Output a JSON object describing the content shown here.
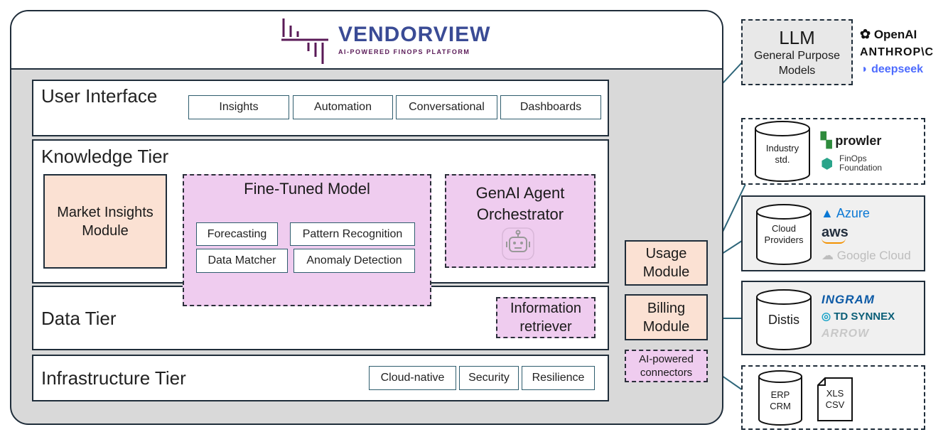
{
  "logo": {
    "name": "VENDORVIEW",
    "tagline": "AI-POWERED FINOPS PLATFORM"
  },
  "colors": {
    "logo_purple": "#5a1a57",
    "logo_blue": "#3a4b95",
    "pink": "#efccef",
    "peach": "#fbe1d3",
    "border": "#1f2d3a",
    "connector": "#2d6579"
  },
  "user_interface": {
    "title": "User Interface",
    "items": [
      "Insights",
      "Automation",
      "Conversational",
      "Dashboards"
    ]
  },
  "knowledge_tier": {
    "title": "Knowledge Tier",
    "market_insights": "Market Insights Module",
    "fine_tuned_model": {
      "title": "Fine-Tuned Model",
      "items": [
        "Forecasting",
        "Pattern Recognition",
        "Data Matcher",
        "Anomaly Detection"
      ]
    },
    "genai_orchestrator": {
      "line1": "GenAI Agent",
      "line2": "Orchestrator",
      "icon": "robot-icon"
    }
  },
  "data_tier": {
    "title": "Data Tier",
    "information_retriever": {
      "line1": "Information",
      "line2": "retriever"
    }
  },
  "infrastructure_tier": {
    "title": "Infrastructure Tier",
    "items": [
      "Cloud-native",
      "Security",
      "Resilience"
    ]
  },
  "modules": {
    "usage": {
      "line1": "Usage",
      "line2": "Module"
    },
    "billing": {
      "line1": "Billing",
      "line2": "Module"
    },
    "connectors": {
      "line1": "AI-powered",
      "line2": "connectors"
    }
  },
  "llm": {
    "title": "LLM",
    "line1": "General Purpose",
    "line2": "Models",
    "providers": [
      "OpenAI",
      "ANTHROP\\C",
      "deepseek"
    ]
  },
  "sources": {
    "industry": {
      "line1": "Industry",
      "line2": "std.",
      "brands": [
        "prowler",
        "FinOps",
        "Foundation"
      ]
    },
    "cloud": {
      "line1": "Cloud",
      "line2": "Providers",
      "brands": [
        "Azure",
        "aws",
        "Google Cloud"
      ]
    },
    "distis": {
      "label": "Distis",
      "brands": [
        "INGRAM",
        "TD SYNNEX",
        "ARROW"
      ]
    },
    "erp": {
      "line1": "ERP",
      "line2": "CRM",
      "doc_line1": "XLS",
      "doc_line2": "CSV"
    }
  }
}
